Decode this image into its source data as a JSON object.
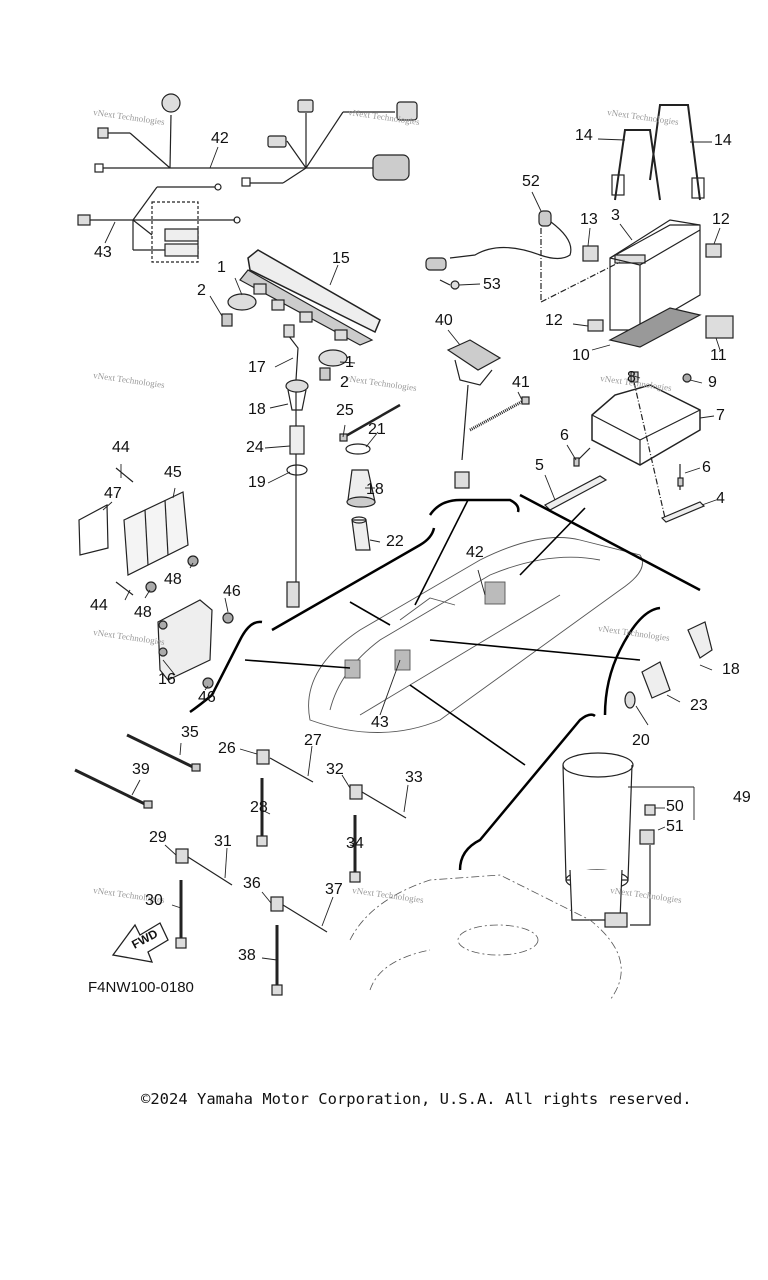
{
  "diagram": {
    "part_code": "F4NW100-0180",
    "fwd_label": "FWD",
    "watermark_text": "vNext Technologies",
    "copyright": "©2024 Yamaha Motor Corporation, U.S.A. All rights reserved.",
    "callouts": [
      {
        "id": "c42a",
        "label": "42"
      },
      {
        "id": "c43a",
        "label": "43"
      },
      {
        "id": "c14a",
        "label": "14"
      },
      {
        "id": "c14b",
        "label": "14"
      },
      {
        "id": "c52",
        "label": "52"
      },
      {
        "id": "c13",
        "label": "13"
      },
      {
        "id": "c3",
        "label": "3"
      },
      {
        "id": "c12a",
        "label": "12"
      },
      {
        "id": "c12b",
        "label": "12"
      },
      {
        "id": "c10",
        "label": "10"
      },
      {
        "id": "c11",
        "label": "11"
      },
      {
        "id": "c53",
        "label": "53"
      },
      {
        "id": "c15",
        "label": "15"
      },
      {
        "id": "c1a",
        "label": "1"
      },
      {
        "id": "c2a",
        "label": "2"
      },
      {
        "id": "c1b",
        "label": "1"
      },
      {
        "id": "c2b",
        "label": "2"
      },
      {
        "id": "c17",
        "label": "17"
      },
      {
        "id": "c18a",
        "label": "18"
      },
      {
        "id": "c24",
        "label": "24"
      },
      {
        "id": "c19",
        "label": "19"
      },
      {
        "id": "c25",
        "label": "25"
      },
      {
        "id": "c21",
        "label": "21"
      },
      {
        "id": "c18b",
        "label": "18"
      },
      {
        "id": "c22",
        "label": "22"
      },
      {
        "id": "c40",
        "label": "40"
      },
      {
        "id": "c41",
        "label": "41"
      },
      {
        "id": "c8",
        "label": "8"
      },
      {
        "id": "c9",
        "label": "9"
      },
      {
        "id": "c7",
        "label": "7"
      },
      {
        "id": "c6a",
        "label": "6"
      },
      {
        "id": "c6b",
        "label": "6"
      },
      {
        "id": "c5",
        "label": "5"
      },
      {
        "id": "c4",
        "label": "4"
      },
      {
        "id": "c44a",
        "label": "44"
      },
      {
        "id": "c47",
        "label": "47"
      },
      {
        "id": "c45",
        "label": "45"
      },
      {
        "id": "c48a",
        "label": "48"
      },
      {
        "id": "c44b",
        "label": "44"
      },
      {
        "id": "c48b",
        "label": "48"
      },
      {
        "id": "c46a",
        "label": "46"
      },
      {
        "id": "c16",
        "label": "16"
      },
      {
        "id": "c46b",
        "label": "46"
      },
      {
        "id": "c42b",
        "label": "42"
      },
      {
        "id": "c43b",
        "label": "43"
      },
      {
        "id": "c18c",
        "label": "18"
      },
      {
        "id": "c23",
        "label": "23"
      },
      {
        "id": "c20",
        "label": "20"
      },
      {
        "id": "c49",
        "label": "49"
      },
      {
        "id": "c50",
        "label": "50"
      },
      {
        "id": "c51",
        "label": "51"
      },
      {
        "id": "c35",
        "label": "35"
      },
      {
        "id": "c39",
        "label": "39"
      },
      {
        "id": "c26",
        "label": "26"
      },
      {
        "id": "c27",
        "label": "27"
      },
      {
        "id": "c28",
        "label": "28"
      },
      {
        "id": "c32",
        "label": "32"
      },
      {
        "id": "c33",
        "label": "33"
      },
      {
        "id": "c34",
        "label": "34"
      },
      {
        "id": "c29",
        "label": "29"
      },
      {
        "id": "c31",
        "label": "31"
      },
      {
        "id": "c30",
        "label": "30"
      },
      {
        "id": "c36",
        "label": "36"
      },
      {
        "id": "c37",
        "label": "37"
      },
      {
        "id": "c38",
        "label": "38"
      }
    ]
  }
}
